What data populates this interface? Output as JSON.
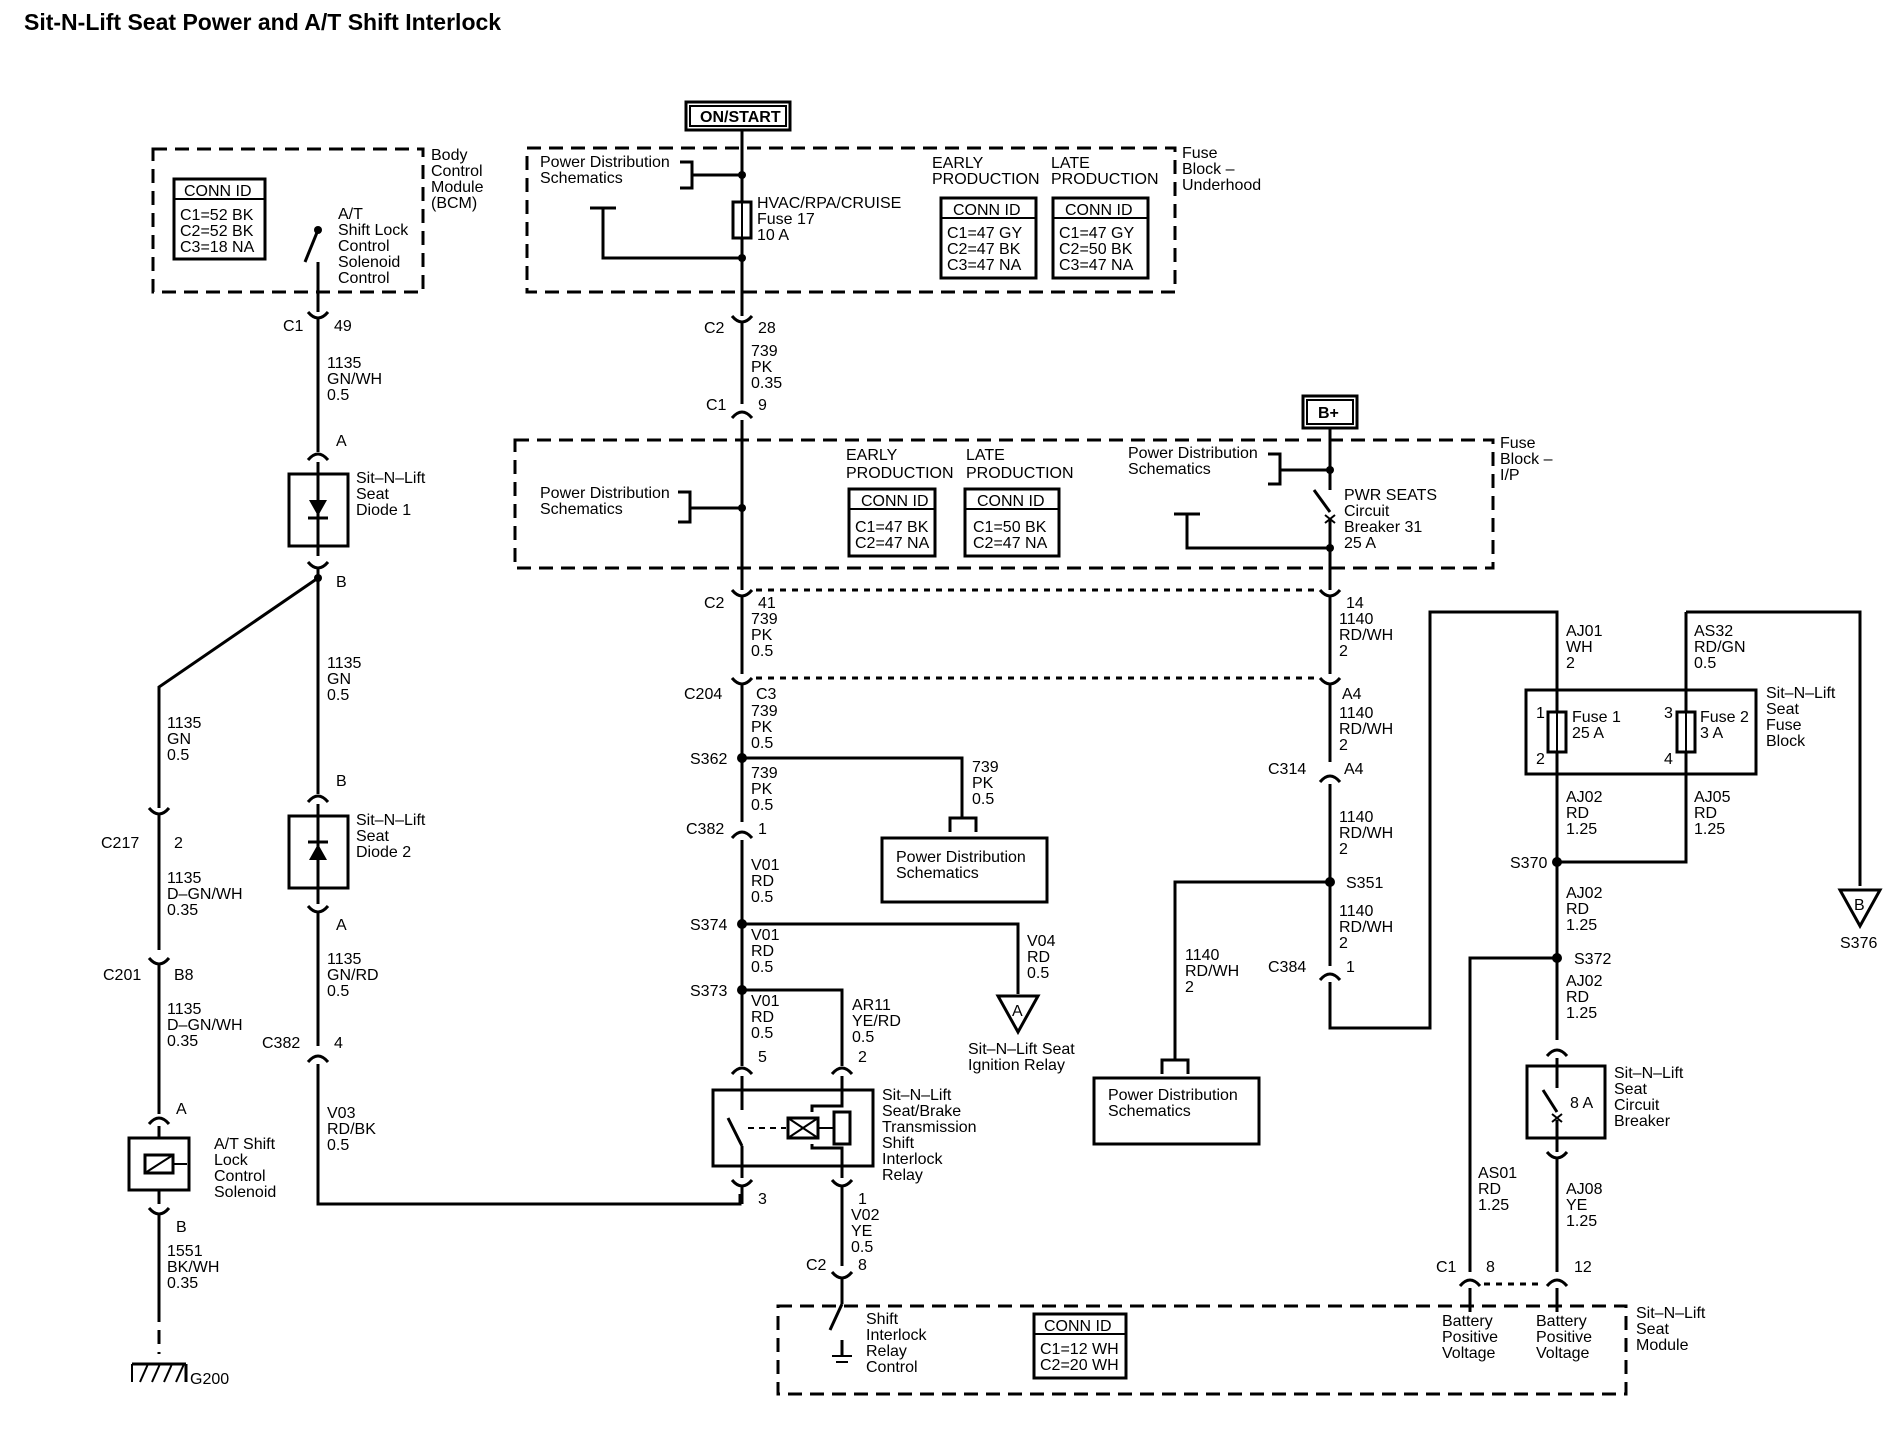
{
  "title": "Sit-N-Lift Seat Power and A/T Shift Interlock",
  "power_sources": {
    "on_start": "ON/START",
    "b_plus": "B+"
  },
  "bcm": {
    "name": [
      "Body",
      "Control",
      "Module",
      "(BCM)"
    ],
    "conn_id": {
      "header": "CONN ID",
      "rows": [
        "C1=52 BK",
        "C2=52 BK",
        "C3=18 NA"
      ]
    },
    "switch_label": [
      "A/T",
      "Shift Lock",
      "Control",
      "Solenoid",
      "Control"
    ]
  },
  "fuse_block_underhood": {
    "name": [
      "Fuse",
      "Block –",
      "Underhood"
    ],
    "pds_label": [
      "Power Distribution",
      "Schematics"
    ],
    "fuse_label": [
      "HVAC/RPA/CRUISE",
      "Fuse 17",
      "10 A"
    ],
    "early": {
      "heading": [
        "EARLY",
        "PRODUCTION"
      ],
      "header": "CONN ID",
      "rows": [
        "C1=47 GY",
        "C2=47 BK",
        "C3=47 NA"
      ]
    },
    "late": {
      "heading": [
        "LATE",
        "PRODUCTION"
      ],
      "header": "CONN ID",
      "rows": [
        "C1=47 GY",
        "C2=50 BK",
        "C3=47 NA"
      ]
    }
  },
  "fuse_block_ip": {
    "name": [
      "Fuse",
      "Block –",
      "I/P"
    ],
    "pds_label_left": [
      "Power Distribution",
      "Schematics"
    ],
    "pds_label_right": [
      "Power Distribution",
      "Schematics"
    ],
    "breaker_label": [
      "PWR SEATS",
      "Circuit",
      "Breaker 31",
      "25 A"
    ],
    "early": {
      "heading": [
        "EARLY",
        "PRODUCTION"
      ],
      "header": "CONN ID",
      "rows": [
        "C1=47 BK",
        "C2=47 NA"
      ]
    },
    "late": {
      "heading": [
        "LATE",
        "PRODUCTION"
      ],
      "header": "CONN ID",
      "rows": [
        "C1=50 BK",
        "C2=47 NA"
      ]
    }
  },
  "left_column": {
    "c1": "C1",
    "c1_pin": "49",
    "wire1": [
      "1135",
      "GN/WH",
      "0.5"
    ],
    "diode1_pin_a": "A",
    "diode1_label": [
      "Sit–N–Lift",
      "Seat",
      "Diode 1"
    ],
    "diode1_pin_b": "B",
    "wire2": [
      "1135",
      "GN",
      "0.5"
    ],
    "wire3": [
      "1135",
      "GN",
      "0.5"
    ],
    "diode2_pin_b": "B",
    "diode2_label": [
      "Sit–N–Lift",
      "Seat",
      "Diode 2"
    ],
    "diode2_pin_a": "A",
    "wire4": [
      "1135",
      "GN/RD",
      "0.5"
    ],
    "c382": "C382",
    "c382_pin": "4",
    "wire5": [
      "V03",
      "RD/BK",
      "0.5"
    ],
    "c217": "C217",
    "c217_pin": "2",
    "wire6": [
      "1135",
      "D–GN/WH",
      "0.35"
    ],
    "c201": "C201",
    "c201_pin": "B8",
    "wire7": [
      "1135",
      "D–GN/WH",
      "0.35"
    ],
    "sol_pin_a": "A",
    "sol_label": [
      "A/T Shift",
      "Lock",
      "Control",
      "Solenoid"
    ],
    "sol_pin_b": "B",
    "wire8": [
      "1551",
      "BK/WH",
      "0.35"
    ],
    "ground": "G200"
  },
  "center_column": {
    "c2_a": "C2",
    "c2_a_pin": "28",
    "wire1": [
      "739",
      "PK",
      "0.35"
    ],
    "c1": "C1",
    "c1_pin": "9",
    "c2_b": "C2",
    "c2_b_pin": "41",
    "wire2": [
      "739",
      "PK",
      "0.5"
    ],
    "c204": "C204",
    "c204_pin": "C3",
    "wire3": [
      "739",
      "PK",
      "0.5"
    ],
    "s362": "S362",
    "wire4": [
      "739",
      "PK",
      "0.5"
    ],
    "branch_wire": [
      "739",
      "PK",
      "0.5"
    ],
    "pds": [
      "Power Distribution",
      "Schematics"
    ],
    "c382": "C382",
    "c382_pin": "1",
    "wire5": [
      "V01",
      "RD",
      "0.5"
    ],
    "s374": "S374",
    "wire6": [
      "V01",
      "RD",
      "0.5"
    ],
    "v04": [
      "V04",
      "RD",
      "0.5"
    ],
    "tri_a": "A",
    "ignition_relay": [
      "Sit–N–Lift Seat",
      "Ignition Relay"
    ],
    "s373": "S373",
    "wire7": [
      "V01",
      "RD",
      "0.5"
    ],
    "pin5": "5",
    "wire8": [
      "AR11",
      "YE/RD",
      "0.5"
    ],
    "pin2": "2",
    "relay_label": [
      "Sit–N–Lift",
      "Seat/Brake",
      "Transmission",
      "Shift",
      "Interlock",
      "Relay"
    ],
    "pin3": "3",
    "pin1": "1",
    "wire9": [
      "V02",
      "YE",
      "0.5"
    ],
    "c2_c": "C2",
    "c2_c_pin": "8",
    "shift_label": [
      "Shift",
      "Interlock",
      "Relay",
      "Control"
    ]
  },
  "right_column": {
    "pin14": "14",
    "wire1": [
      "1140",
      "RD/WH",
      "2"
    ],
    "pin_a4": "A4",
    "wire2": [
      "1140",
      "RD/WH",
      "2"
    ],
    "c314": "C314",
    "c314_pin": "A4",
    "wire3": [
      "1140",
      "RD/WH",
      "2"
    ],
    "s351": "S351",
    "wire4": [
      "1140",
      "RD/WH",
      "2"
    ],
    "branch_wire": [
      "1140",
      "RD/WH",
      "2"
    ],
    "c384": "C384",
    "c384_pin": "1",
    "pds": [
      "Power Distribution",
      "Schematics"
    ]
  },
  "seat_fuse_block": {
    "name": [
      "Sit–N–Lift",
      "Seat",
      "Fuse",
      "Block"
    ],
    "wire_aj01": [
      "AJ01",
      "WH",
      "2"
    ],
    "wire_as32": [
      "AS32",
      "RD/GN",
      "0.5"
    ],
    "fuse1": [
      "Fuse 1",
      "25 A"
    ],
    "fuse1_pins": [
      "1",
      "2"
    ],
    "fuse2": [
      "Fuse 2",
      "3 A"
    ],
    "fuse2_pins": [
      "3",
      "4"
    ],
    "wire_aj02": [
      "AJ02",
      "RD",
      "1.25"
    ],
    "wire_aj05": [
      "AJ05",
      "RD",
      "1.25"
    ],
    "s370": "S370",
    "wire_aj02b": [
      "AJ02",
      "RD",
      "1.25"
    ],
    "s372": "S372",
    "tri_b": "B",
    "s376": "S376",
    "wire_aj02c": [
      "AJ02",
      "RD",
      "1.25"
    ],
    "cb_label": [
      "Sit–N–Lift",
      "Seat",
      "Circuit",
      "Breaker"
    ],
    "cb_rating": "8 A",
    "wire_as01": [
      "AS01",
      "RD",
      "1.25"
    ],
    "wire_aj08": [
      "AJ08",
      "YE",
      "1.25"
    ],
    "c1": "C1",
    "c1_pin": "8",
    "pin12": "12"
  },
  "seat_module": {
    "name": [
      "Sit–N–Lift",
      "Seat",
      "Module"
    ],
    "conn_id": {
      "header": "CONN ID",
      "rows": [
        "C1=12 WH",
        "C2=20 WH"
      ]
    },
    "bpv1": [
      "Battery",
      "Positive",
      "Voltage"
    ],
    "bpv2": [
      "Battery",
      "Positive",
      "Voltage"
    ]
  }
}
